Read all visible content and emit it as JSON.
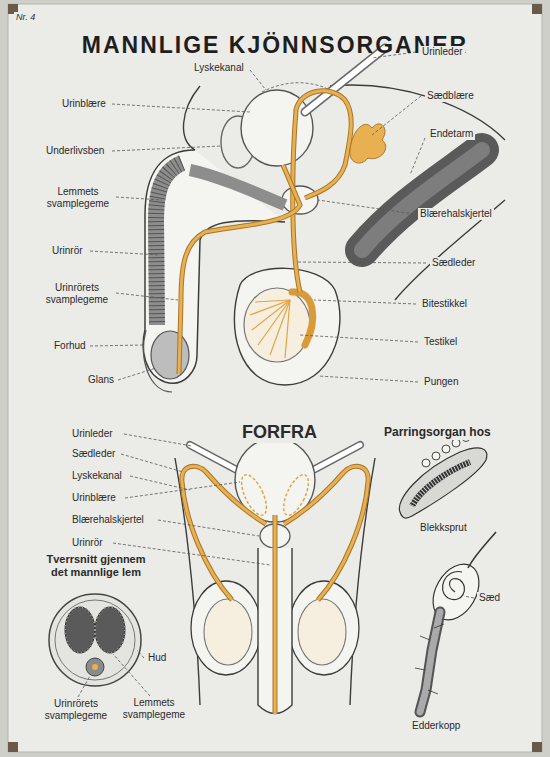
{
  "diagram": {
    "title": "MANNLIGE KJÖNNSORGANER",
    "labels": [
      "Nr. 4",
      "Lyskekanal",
      "Urinblære",
      "Underlivsben",
      "Lemmets svamplegeme",
      "Urinrör",
      "Urinrörets svamplegeme",
      "Forhud",
      "Glans",
      "Urinleder",
      "Sædblære",
      "Endetarm",
      "Blærehalskjertel",
      "Sædleder",
      "Bitestikkel",
      "Testikel",
      "Pungen",
      "FORFRA",
      "Urinleder",
      "Sædleder",
      "Lyskekanal",
      "Urinblære",
      "Blærehalskjertel",
      "Urinrör",
      "Tverrsnitt gjennem det mannlige lem",
      "Hud",
      "Urinrörets svamplegeme",
      "Lemmets svamplegeme",
      "Parringsorgan hos",
      "Blekksprut",
      "Sæd",
      "Edderkopp"
    ]
  }
}
